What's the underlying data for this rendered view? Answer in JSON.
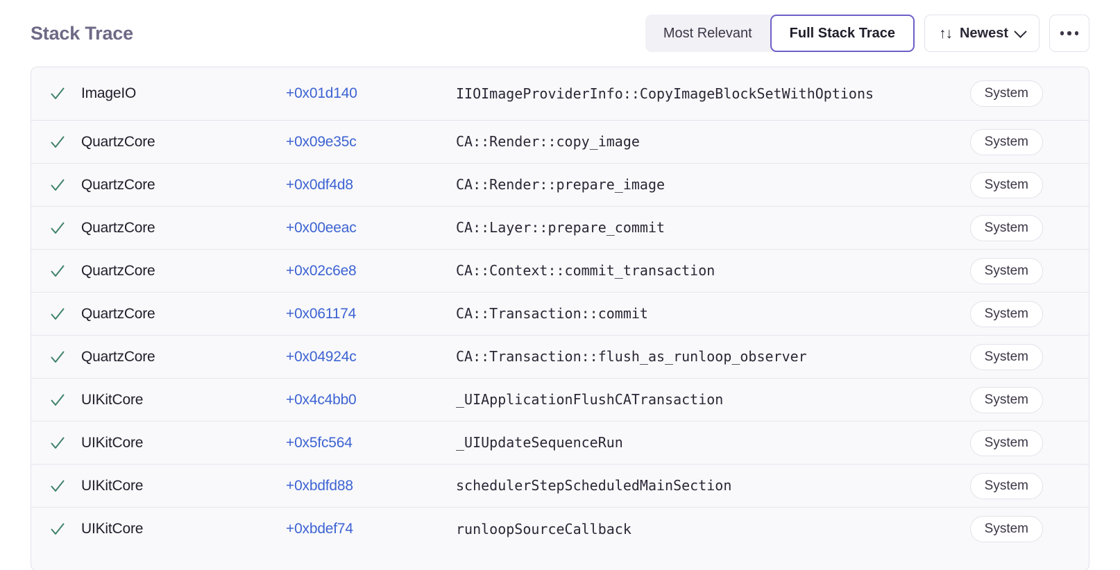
{
  "header": {
    "title": "Stack Trace",
    "segmented": {
      "options": [
        {
          "label": "Most Relevant",
          "active": false
        },
        {
          "label": "Full Stack Trace",
          "active": true
        }
      ]
    },
    "sort": {
      "label": "Newest",
      "sort_icon": "sort-updown-icon",
      "glyph": "↑↓",
      "chevron_icon": "chevron-down-icon"
    },
    "more": {
      "icon": "ellipsis-icon",
      "label": "..."
    }
  },
  "colors": {
    "accent_purple": "#6c5fc7",
    "link_blue": "#3d63d2",
    "check_green": "#3f8268",
    "title_purple": "#6d6986",
    "row_bg": "#f9f9fb",
    "border": "#e3e1ea",
    "divider": "#e6e5ee"
  },
  "table": {
    "check_icon": "check-icon",
    "rows": [
      {
        "package": "ImageIO",
        "address": "+0x01d140",
        "function": "IIOImageProviderInfo::CopyImageBlockSetWithOptions",
        "badge": "System"
      },
      {
        "package": "QuartzCore",
        "address": "+0x09e35c",
        "function": "CA::Render::copy_image",
        "badge": "System"
      },
      {
        "package": "QuartzCore",
        "address": "+0x0df4d8",
        "function": "CA::Render::prepare_image",
        "badge": "System"
      },
      {
        "package": "QuartzCore",
        "address": "+0x00eeac",
        "function": "CA::Layer::prepare_commit",
        "badge": "System"
      },
      {
        "package": "QuartzCore",
        "address": "+0x02c6e8",
        "function": "CA::Context::commit_transaction",
        "badge": "System"
      },
      {
        "package": "QuartzCore",
        "address": "+0x061174",
        "function": "CA::Transaction::commit",
        "badge": "System"
      },
      {
        "package": "QuartzCore",
        "address": "+0x04924c",
        "function": "CA::Transaction::flush_as_runloop_observer",
        "badge": "System"
      },
      {
        "package": "UIKitCore",
        "address": "+0x4c4bb0",
        "function": "_UIApplicationFlushCATransaction",
        "badge": "System"
      },
      {
        "package": "UIKitCore",
        "address": "+0x5fc564",
        "function": "_UIUpdateSequenceRun",
        "badge": "System"
      },
      {
        "package": "UIKitCore",
        "address": "+0xbdfd88",
        "function": "schedulerStepScheduledMainSection",
        "badge": "System"
      },
      {
        "package": "UIKitCore",
        "address": "+0xbdef74",
        "function": "runloopSourceCallback",
        "badge": "System"
      }
    ]
  }
}
